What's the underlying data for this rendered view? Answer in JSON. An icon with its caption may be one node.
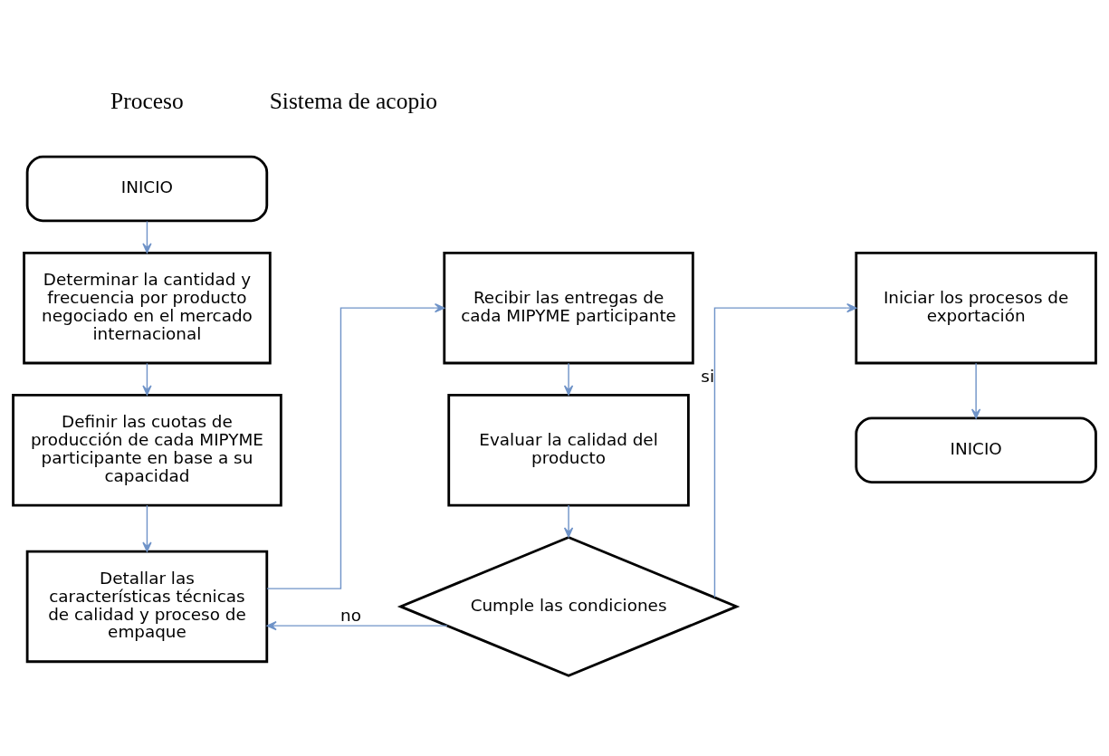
{
  "diagram": {
    "nodes": [
      {
        "text": [
          "INICIO"
        ]
      },
      {
        "text": [
          "Determinar la cantidad y frecuencia por producto negociado en el mercado internacional"
        ]
      },
      {
        "text": [
          "Definir las cuotas de producción de cada MIPYME participante en base a su capacidad"
        ]
      },
      {
        "text": [
          "Detallar las características técnicas de calidad y proceso de empaque"
        ]
      },
      {
        "text": [
          "Recibir las entregas de cada MIPYME participante"
        ]
      },
      {
        "text": [
          "Evaluar la calidad del producto"
        ]
      },
      {
        "text": [
          "Cumple las condiciones"
        ]
      },
      {
        "text": [
          "Iniciar los procesos de exportación"
        ]
      },
      {
        "text": [
          "INICIO"
        ]
      }
    ],
    "edges": [
      {
        "from": 0,
        "to": 1,
        "arrow": "to"
      },
      {
        "from": 1,
        "to": 2,
        "arrow": "to"
      },
      {
        "from": 2,
        "to": 3,
        "arrow": "to"
      },
      {
        "from": 3,
        "to": 4,
        "arrow": "to"
      },
      {
        "from": 4,
        "to": 5,
        "arrow": "to"
      },
      {
        "from": 5,
        "to": 6,
        "arrow": "to"
      },
      {
        "from": 6,
        "to": 7,
        "label": "si",
        "arrow": "to"
      },
      {
        "from": 6,
        "to": 3,
        "label": "no",
        "arrow": "to"
      },
      {
        "from": 7,
        "to": 8,
        "arrow": "to"
      }
    ],
    "labels": [
      "Proceso",
      "Sistema de acopio"
    ]
  }
}
